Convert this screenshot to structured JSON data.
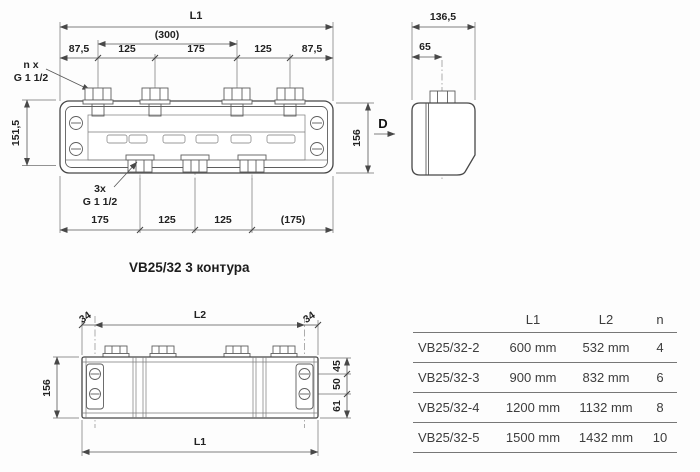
{
  "caption": "VB25/32 3 контура",
  "front_view": {
    "dim_l1": "L1",
    "dim_300": "(300)",
    "dims_top": [
      "87,5",
      "125",
      "175",
      "125",
      "87,5"
    ],
    "port_label_top": [
      "n x",
      "G 1 1/2"
    ],
    "dim_height_left": "151,5",
    "port_label_bottom": [
      "3x",
      "G 1 1/2"
    ],
    "dims_bottom": [
      "175",
      "125",
      "125",
      "(175)"
    ],
    "dim_height_right": "156",
    "section_label": "D"
  },
  "side_view": {
    "dim_width": "136,5",
    "dim_offset": "65"
  },
  "rear_view": {
    "dim_edge_left": "34",
    "dim_l2": "L2",
    "dim_edge_right": "34",
    "dim_height": "156",
    "dim_hole_top": "45",
    "dim_hole_pitch": "50",
    "dim_hole_bottom": "61",
    "dim_l1": "L1"
  },
  "table": {
    "headers": {
      "model": "",
      "l1": "L1",
      "l2": "L2",
      "n": "n"
    },
    "rows": [
      {
        "model": "VB25/32-2",
        "l1": "600 mm",
        "l2": "532 mm",
        "n": "4"
      },
      {
        "model": "VB25/32-3",
        "l1": "900 mm",
        "l2": "832 mm",
        "n": "6"
      },
      {
        "model": "VB25/32-4",
        "l1": "1200 mm",
        "l2": "1132 mm",
        "n": "8"
      },
      {
        "model": "VB25/32-5",
        "l1": "1500 mm",
        "l2": "1432 mm",
        "n": "10"
      }
    ]
  },
  "colors": {
    "line": "#474747",
    "dimension": "#565656",
    "text": "#222222",
    "table_line": "#777777",
    "background": "#fdfdfd"
  }
}
